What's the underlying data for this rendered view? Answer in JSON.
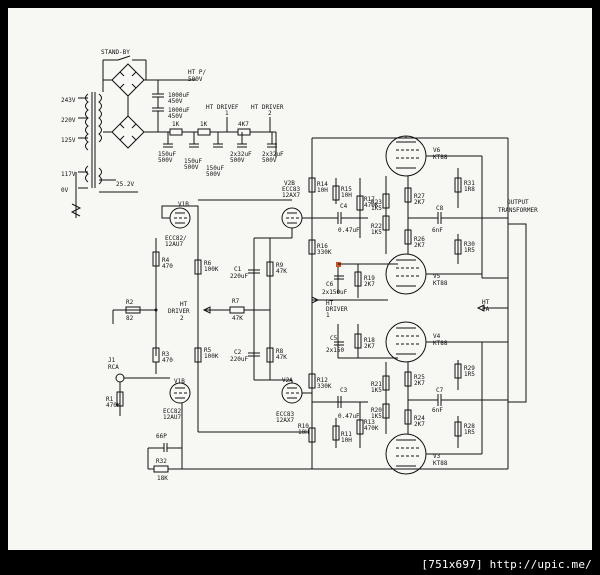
{
  "footer": "[751x697] http://upic.me/",
  "labels": {
    "standby": "STAND-BY",
    "ht_p": "HT P/",
    "v500_top": "500V",
    "c1000a": "1000uF",
    "c1000a_v": "450V",
    "c1000b": "1000uF",
    "c1000b_v": "450V",
    "ht_driver1_top": "HT DRIVEF",
    "ht_driver1_top_n": "1",
    "ht_driver2_top": "HT DRIVER",
    "ht_driver2_top_n": "2",
    "r1k_a": "1K",
    "r1k_b": "1K",
    "r4k7": "4K7",
    "c150a": "150uF",
    "c150a_v": "500V",
    "c150b": "150uF",
    "c150b_v": "500V",
    "c150c": "150uF",
    "c150c_v": "500V",
    "c2x32a": "2x32uF",
    "c2x32a_v": "500V",
    "c2x32b": "2x32uF",
    "c2x32b_v": "500V",
    "v243": "243V",
    "v220": "220V",
    "v125": "125V",
    "v117": "117V",
    "v0": "0V",
    "v252": "25.2V",
    "v1b_top": "V1B",
    "ecc82_top": "ECC82/",
    "au7_top": "12AU7",
    "r4": "R4",
    "r4_v": "470",
    "r2": "R2",
    "r2_v": "82",
    "r3": "R3",
    "r3_v": "470",
    "j1": "J1",
    "rca": "RCA",
    "r1": "R1",
    "r1_v": "470K",
    "v1b_bot": "V1B",
    "ecc82_bot": "ECC82",
    "au7_bot": "12AU7",
    "c66p": "66P",
    "r32": "R32",
    "r32_v": "18K",
    "r6": "R6",
    "r6_v": "100K",
    "r5": "R5",
    "r5_v": "100K",
    "ht_driver2_mid": "HT",
    "ht_driver2_mid_b": "DRIVER",
    "ht_driver2_mid_n": "2",
    "r7": "R7",
    "r7_v": "47K",
    "c1": "C1",
    "c1_v": "220uF",
    "c2": "C2",
    "c2_v": "220uF",
    "r8": "R8",
    "r8_v": "47K",
    "r9": "R9",
    "r9_v": "47K",
    "v2b": "V2B",
    "ecc83_top": "ECC83",
    "ax7_top": "12AX7",
    "v2a": "V2A",
    "ecc83_bot": "ECC83",
    "ax7_bot": "12AX7",
    "r14": "R14",
    "r14_v": "10H",
    "r15": "R15",
    "r15_v": "10H",
    "r17": "R17",
    "r17_v": "470K",
    "c4": "C4",
    "c4_v": "0.47uF",
    "r16": "R16",
    "r16_v": "330K",
    "c6": "C6",
    "c6_v": "2x150uF",
    "r19": "R19",
    "r19_v": "2K7",
    "ht_driver1_mid": "HT",
    "ht_driver1_mid_b": "DRIVER",
    "ht_driver1_mid_n": "1",
    "c5": "C5",
    "c5_v": "2x150",
    "r18": "R18",
    "r18_v": "2K7",
    "r12": "R12",
    "r12_v": "330K",
    "c3": "C3",
    "c3_v": "0.47uF",
    "r13": "R13",
    "r13_v": "470K",
    "r10": "R10",
    "r10_v": "10H",
    "r11": "R11",
    "r11_v": "10H",
    "v6": "V6",
    "v6_t": "KT88",
    "v5": "V5",
    "v5_t": "KT88",
    "v4": "V4",
    "v4_t": "KT88",
    "v3": "V3",
    "v3_t": "KT88",
    "r27": "R27",
    "r27_v": "2K7",
    "r22": "R22",
    "r22_v": "1K5",
    "r26": "R26",
    "r26_v": "2K7",
    "r23": "R23",
    "r23_v": "1K5",
    "r21": "R21",
    "r21_v": "1K5",
    "r25": "R25",
    "r25_v": "2K7",
    "r20": "R20",
    "r20_v": "1K5",
    "r24": "R24",
    "r24_v": "2K7",
    "c8": "C8",
    "c8_v": "6nF",
    "c7": "C7",
    "c7_v": "6nF",
    "r31": "R31",
    "r31_v": "1R8",
    "r30": "R30",
    "r30_v": "1R5",
    "r29": "R29",
    "r29_v": "1R5",
    "r28": "R28",
    "r28_v": "1R5",
    "ht_pa": "HT",
    "ht_pa_b": "PA",
    "output": "OUTPUT",
    "transformer": "TRANSFORMER"
  }
}
